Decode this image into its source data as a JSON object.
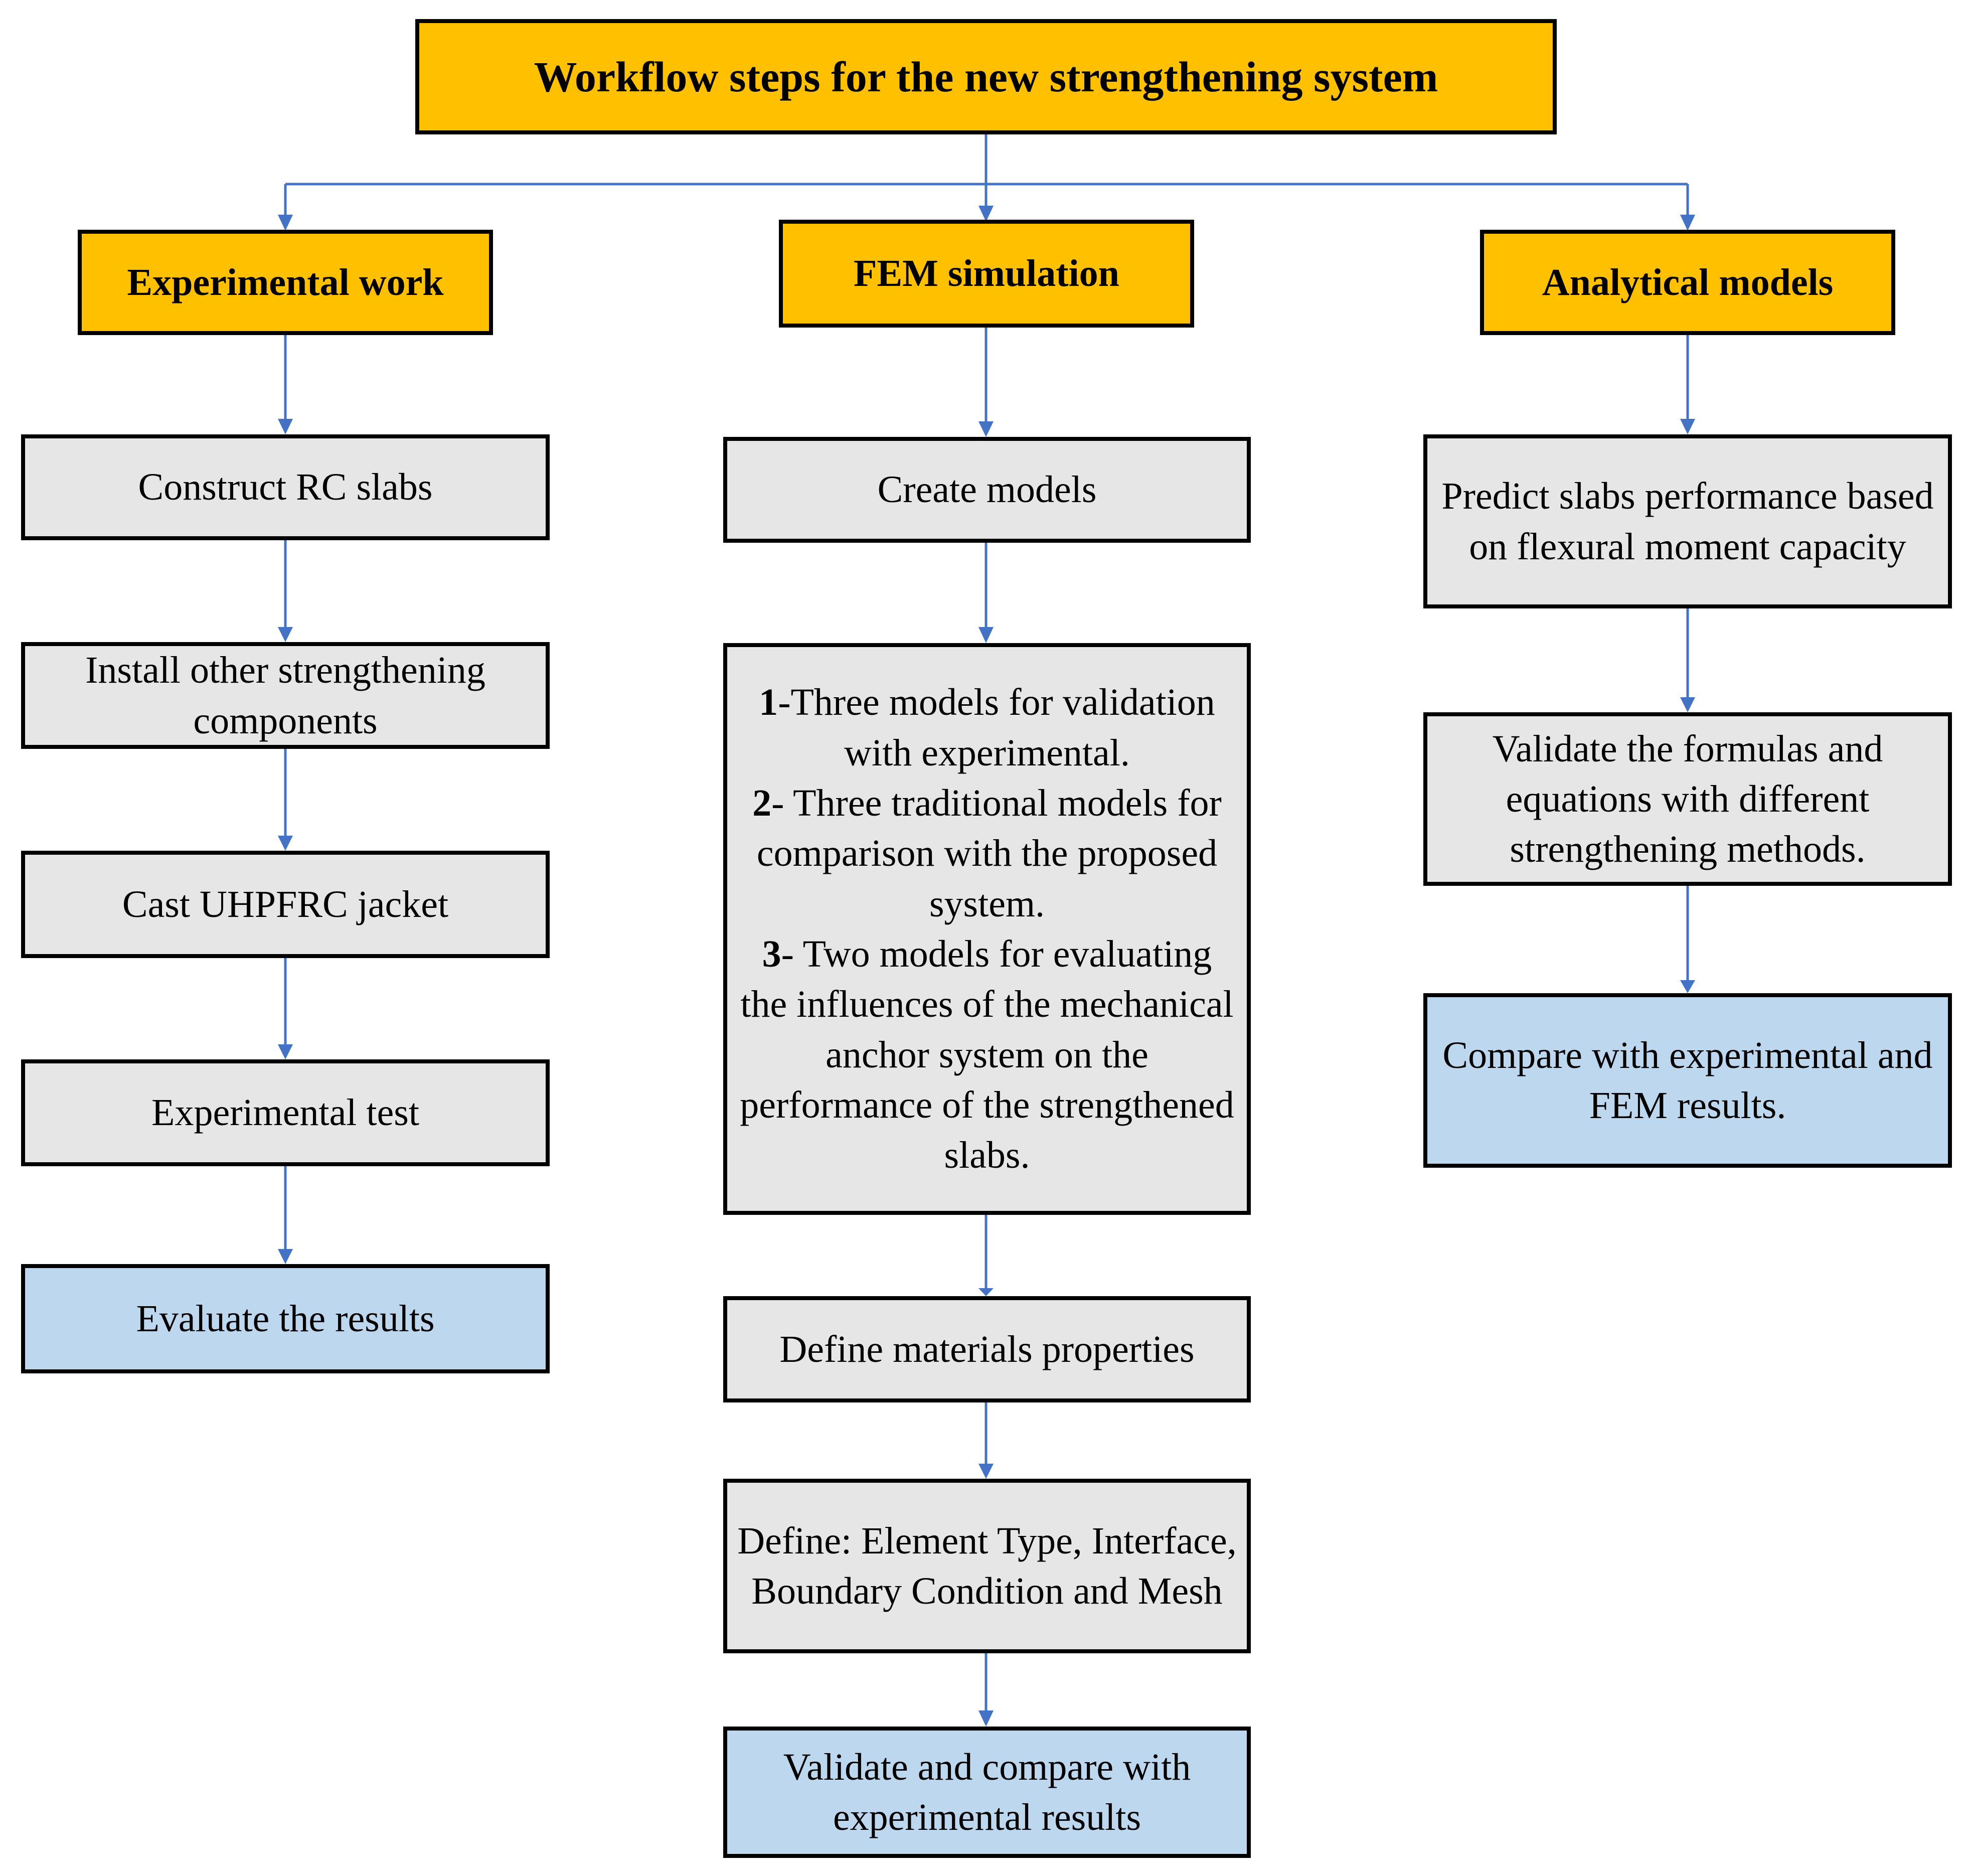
{
  "title": "Workflow steps for the new strengthening system",
  "columns": {
    "experimental": {
      "header": "Experimental work",
      "steps": [
        "Construct RC slabs",
        "Install other strengthening components",
        "Cast UHPFRC jacket",
        "Experimental test"
      ],
      "result": "Evaluate the results"
    },
    "fem": {
      "header": "FEM simulation",
      "create": "Create models",
      "model_groups": [
        {
          "num": "1",
          "text": "-Three models for validation with experimental."
        },
        {
          "num": "2",
          "text": "- Three traditional models for comparison with the proposed system."
        },
        {
          "num": "3",
          "text": "- Two models for evaluating the influences of the mechanical anchor system on the performance of the strengthened slabs."
        }
      ],
      "materials": "Define materials properties",
      "element": "Define: Element Type, Interface, Boundary Condition and Mesh",
      "result": "Validate and compare with experimental results"
    },
    "analytical": {
      "header": "Analytical models",
      "steps": [
        "Predict slabs performance based on flexural moment capacity",
        "Validate the formulas and equations with different strengthening methods."
      ],
      "result": "Compare with experimental and FEM results."
    }
  },
  "colors": {
    "header_fill": "#FFC000",
    "step_fill": "#E7E6E6",
    "result_fill": "#BDD7EE",
    "arrow": "#4472C4",
    "border": "#000000"
  }
}
